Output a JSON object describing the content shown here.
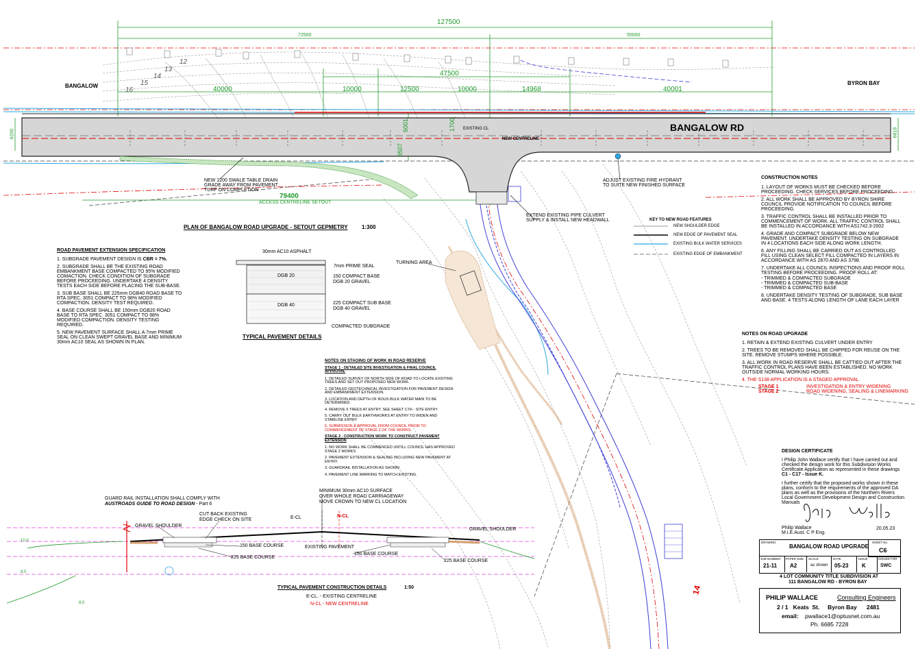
{
  "dims": {
    "total": "127500",
    "left_span": "72500",
    "right_span": "55000",
    "mid_47500": "47500",
    "seg_40000": "40000",
    "seg_10000a": "10000",
    "seg_12500": "12500",
    "seg_10000b": "10000",
    "seg_14968": "14968",
    "seg_40001": "40001",
    "access_79400": "79400",
    "w_6200": "6200",
    "w_6001": "6001",
    "w_1700": "1700",
    "w_3507": "3507",
    "w_6818": "6818"
  },
  "place": {
    "left": "BANGALOW",
    "right": "BYRON BAY",
    "road": "BANGALOW RD"
  },
  "plan_labels": {
    "existing_cl": "EXISTING CL",
    "new_centreline": "NEW CENTRELINE",
    "swale": [
      "NEW 1200 SWALE TABLE DRAIN",
      "GRADE AWAY FROM PAVEMENT",
      "TURF ON COMPLETION"
    ],
    "hydrant": [
      "ADJUST EXISTING FIRE HYDRANT",
      "TO SUITE NEW FINISHED SURFACE"
    ],
    "culvert": [
      "EXTEND EXISTING PIPE CULVERT",
      "SUPPLY & INSTALL NEW HEADWALL"
    ],
    "access_cl": "ACCESS CENTRELINE SETOUT",
    "turning": "TURNING AREA",
    "contour_12": "12",
    "contour_13": "13",
    "contour_14": "14",
    "contour_15": "15",
    "contour_16": "16",
    "big_14": "14"
  },
  "plan_title": {
    "text": "PLAN OF BANGALOW ROAD UPGRADE - SETOUT GEPMETRY",
    "scale": "1:300"
  },
  "key": {
    "title": "KEY TO NEW ROAD FEATURES",
    "items": [
      "NEW SHOULDER EDGE",
      "NEW EDGE OF PAVEMENT SEAL",
      "EXISTING BULK WATER SERVICES",
      "EXISTING EDGE OF EMBANKMENT"
    ]
  },
  "construction_notes": {
    "title": "CONSTRUCTION NOTES",
    "items": [
      "1. LAYOUT OF WORKS MUST BE CHECKED BEFORE PROCEEDING. CHECK SERVICES BEFORE PROCEEDING.",
      "2. ALL WORK SHALL BE APPROVED BY BYRON SHIRE COUNCIL PROVIDE NOTIFICATION TO COUNCIL BEFORE PROCEEDING.",
      "3. TRAFFIC CONTROL SHALL BE INSTALLED PRIOR TO COMMENCEMENT OF WORK. ALL TRAFFIC CONTROL SHALL BE INSTALLED IN ACCORDANCE WITH AS1742.3-2002",
      "4. GRADE AND COMPACT SUBGRADE BELOW NEW PAVEMENT. UNDERTAKE DENSITY TESTING ON SUBGRADE IN 4 LOCATIONS EACH SIDE ALONG WORK LENGTH.",
      "6. ANY FILLING SHALL BE CARRIED OUT AS CONTROLLED FILL USING CLEAN SELECT FILL COMPACTED IN LAYERS IN ACCORDANCE WITH AS 2870 AND AS 3798.",
      "7. UNDERTAKE ALL COUNCIL INSPECTIONS AND PROOF ROLL TESTING BEFORE PROCEEDING. PROOF ROLL AT:",
      "- TRIMMED & COMPACTED SUBGRADE",
      "- TRIMMED & COMPACTED SUB-BASE",
      "- TRIMMED & COMPACTED BASE",
      "8. UNDERTAKE DENSITY TESTING OF SUBGRADE, SUB BASE AND BASE. 4 TESTS ALONG LENGTH OF LANE EACH LAYER"
    ]
  },
  "road_upgrade_notes": {
    "title": "NOTES ON ROAD UPGRADE",
    "items": [
      "1. RETAIN & EXTEND EXISTING CULVERT UNDER ENTRY",
      "2. TREES TO BE REMOVED SHALL BE CHIPPED FOR REUSE ON THE SITE. REMOVE STUMPS WHERE POSSIBLE.",
      "3. ALL WORK IN ROAD RESERVE SHALL BE CATTIED OUT AFTER THE TRAFFIC CONTROL PLANS HAVE BEEN ESTABLISHED. NO WORK OUTSIDE NORMAL WORKING HOURS."
    ],
    "staged": "4. THE S138 APPLICATION IS A STAGED APPROVAL",
    "stage1_label": "STAGE 1",
    "stage1_text": "INVESTIGATION & ENTRY WIDENING",
    "stage2_label": "STAGE 2",
    "stage2_text": "ROAD WIDENING, SEALING & LINEMARKING"
  },
  "pavement_spec": {
    "title": "ROAD PAVEMENT EXTENSION SPECIFICATION",
    "item1_pre": "1. SUBGRADE PAVEMENT DESIGN IS ",
    "item1_cbr": "CBR = 7%.",
    "items": [
      "2. SUBGRADE SHALL BE THE EXISTING ROAD EMBANKMENT BASE COMPACTED TO 95% MODIFIED COMACTION. CHECK CONDITION OF SUBGRADE BEFORE PROCEEDING. UNDERTAKE 4 DENSITY TESTS EACH SIDE BEFORE PLACING THE SUB-BASE.",
      "3. SUB BASE SHALL BE 225mm DGB40 ROAD BASE TO RTA SPEC. 3051 COMPACT TO 98% MODIFIED COMPACTION. DENSITY TEST REQUIRED.",
      "4. BASE COURSE SHALL BE 150mm DGB20 ROAD BASE TO RTA SPEC. 3051 COMPACT TO 98% MODIFIED COMPACTION. DENSITY TESTING REQUIRED.",
      "5. NEW PAVEMENT SURFACE SHALL A 7mm PRIME SEAL ON CLEAN SWEPT GRAVEL BASE AND MINIMUM 30mm AC10 SEAL AS SHOWN IN PLAN."
    ]
  },
  "typical_pavement": {
    "asphalt": "30mm AC10 ASPHALT",
    "prime": "7mm PRIME SEAL",
    "dgb20": "DGB 20",
    "dgb40": "DGB 40",
    "base1": "150 COMPACT BASE",
    "base2": "DGB 20 GRAVEL",
    "sub1": "225 COMPACT SUB BASE",
    "sub2": "DGB 40 GRAVEL",
    "subgrade": "COMPACTED SUBGRADE",
    "title": "TYPICAL PAVEMENT DETAILS"
  },
  "staging_notes": {
    "title": "NOTES ON STAGING OF WORK IN ROAD RESERVE",
    "stage1_title": "STAGE 1 - DETAILED SITE INVESTIGATION & FINAL COUNCIL APPROVAL",
    "stage1_items": [
      "1. DETAILED SURVEY OF NORTH SIDE OF ROAD TO LOCATE EXISTING TREES AND SET OUT PROPOSED NEW WORK.",
      "2. DETAILED GEOTECHNICAL INVESTIGATION FOR PAVEMENT DESIGN AND EMBANKMENT EXTENSION.",
      "3. LOCATION AND DEPTH OF ROUS BULK WATER MAIN TO BE DETERMINED.",
      "4. REMOVE 6 TREES AT ENTRY. SEE SHEET C7H - SITE ENTRY",
      "5. CARRY OUT BULK EARTHWORKS AT ENTRY TO WIDEN AND STABILISE ENTRY"
    ],
    "stage1_red": "6. SUBMISSION & APPROVAL FROM COUNCIL PRIOR TO COMMENCEMENT OF STAGE 2 OF THE WORKS.",
    "stage2_title": "STAGE 2 - CONSTRUCTION WORK TO CONSTRUCT PAVEMENT EXTENSION",
    "stage2_items": [
      "1. NO WORK SHALL BE COMMENCED UNTILL COUNCIL HAS APPROVED STAGE 2 WORKS",
      "2. PAVEMENT EXTENSION & SEALING INCLUDING NEW PAVEMENT AT ENTRY.",
      "3. GUARDRAIL INSTALLATION AS SHOWN",
      "4. PAVEMENT LINE MARKING TO MATCH EXISTING."
    ]
  },
  "section": {
    "guard1": "GUARD RAIL INSTALLATION SHALL COMPLY WITH",
    "guard2": "AUSTROADS GUIDE TO ROAD DESIGN",
    "guard3": " - Part 6",
    "gravel_l": "GRAVEL SHOULDER",
    "gravel_r": "GRAVEL SHOULDER",
    "cutback1": "CUT BACK EXISTING",
    "cutback2": "EDGE CHECK ON SITE",
    "ecl": "E-CL",
    "ncl": "N-CL",
    "min1": "MINIMUM 30mm AC10 SURFACE",
    "min2": "OVER WHOLE ROAD CARRIAGEWAY",
    "min3": "MOVE CROWN TO NEW CL LOCATION",
    "base150a": "150 BASE COURSE",
    "base150b": "150 BASE COURSE",
    "base225a": "225 BASE COURSE",
    "base225b": "225 BASE COURSE",
    "existing_pav": "EXISTING PAVEMENT",
    "lvl10": "10.0",
    "lvl9": "9.0",
    "lvl8": "8.0",
    "title": "TYPICAL PAVEMENT CONSTRUCTION DETAILS",
    "scale": "1:50",
    "legend_ecl": "E-CL. -  EXISTING CENTRELINE",
    "legend_ncl": "N-CL  -  NEW CENTRELINE"
  },
  "certificate": {
    "title": "DESIGN  CERTIFICATE",
    "p1": "I Philip John Wallace certify that I have carried out and checked the design work for this Subdivision Works Certificate Application as represented in these drawings",
    "p1_bold": "C1 - C17 - Issue K.",
    "p2": "I further certify that the proposed works shown in these plans, conform to the requirements of the approved DA plans as well as the provisions of the Northern Rivers Local Government Development Design and Construction Manuals",
    "signature": "Philip Wallace",
    "name": "Philip Wallace",
    "quals": "M.I.E.Aust.  C P Eng.",
    "date": "20.05.23"
  },
  "title_block": {
    "drawing_lbl": "DRAWING",
    "drawing": "BANGALOW ROAD UPGRADE",
    "sheet_lbl": "SHEET No.",
    "sheet": "C6",
    "jobno_lbl": "JOB NUMBER",
    "jobno": "21-11",
    "paper_lbl": "PAPER SIZE",
    "paper": "A2",
    "scale_lbl": "SCALE",
    "scale": "as shown",
    "date_lbl": "DATE",
    "date": "05-23",
    "issue_lbl": "ISSUE",
    "issue": "K",
    "issued_lbl": "ISSUED FOR",
    "issued": "SWC",
    "project1": "4 LOT COMMUNITY TITLE SUBDIVISION AT",
    "project2": "111 BANGALOW RD - BYRON BAY",
    "firm": "PHILIP  WALLACE",
    "firm_type": "Consulting Engineers",
    "address": "2 / 1   Keats  St.     Byron Bay      2481",
    "email_lbl": "email:",
    "email": "pwallace1@optusnet.com.au",
    "phone": "Ph. 6685 7228"
  },
  "colors": {
    "dim_green": "#1f9a2a",
    "setout_red": "#e00000",
    "road_grey": "#d6d6d6",
    "water_blue": "#2aa7e0",
    "access_blue": "#3b3bd6"
  }
}
